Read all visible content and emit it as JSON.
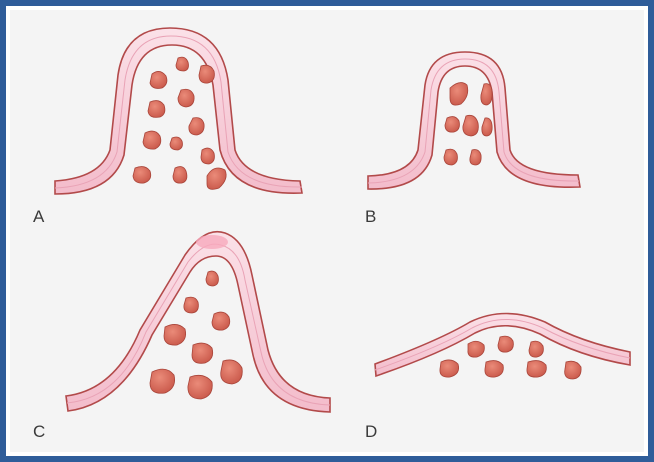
{
  "panels": [
    {
      "label": "A"
    },
    {
      "label": "B"
    },
    {
      "label": "C"
    },
    {
      "label": "D"
    }
  ],
  "colors": {
    "border": "#2f5d9a",
    "background": "#f4f4f4",
    "membrane_fill": "#f7c9d6",
    "membrane_outline": "#b24a4a",
    "cell_fill": "#d86a5a",
    "cell_outline": "#a9453a"
  }
}
